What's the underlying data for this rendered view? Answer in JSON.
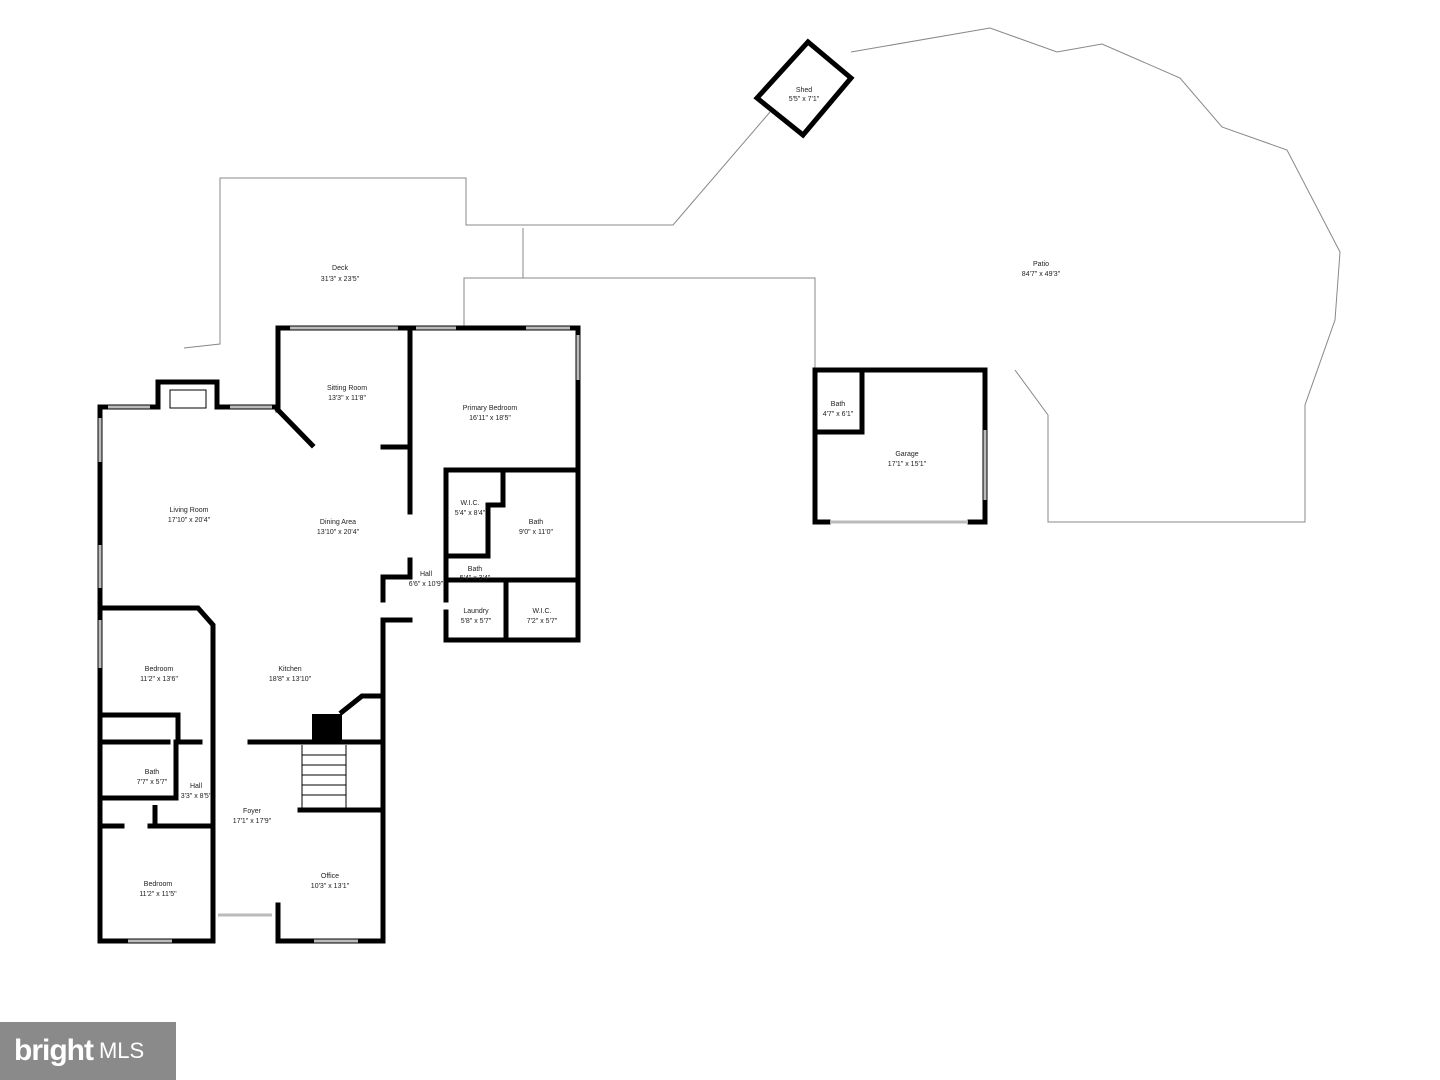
{
  "rooms": {
    "shed": {
      "name": "Shed",
      "dims": "5'5\" x 7'1\""
    },
    "deck": {
      "name": "Deck",
      "dims": "31'3\" x 23'5\""
    },
    "patio": {
      "name": "Patio",
      "dims": "84'7\" x 49'3\""
    },
    "sitting_room": {
      "name": "Sitting Room",
      "dims": "13'3\" x 11'8\""
    },
    "primary_bedroom": {
      "name": "Primary Bedroom",
      "dims": "16'11\" x 18'5\""
    },
    "garage_bath": {
      "name": "Bath",
      "dims": "4'7\" x 6'1\""
    },
    "garage": {
      "name": "Garage",
      "dims": "17'1\" x 15'1\""
    },
    "living_room": {
      "name": "Living Room",
      "dims": "17'10\" x 20'4\""
    },
    "dining_area": {
      "name": "Dining Area",
      "dims": "13'10\" x 20'4\""
    },
    "wic1": {
      "name": "W.I.C.",
      "dims": "5'4\" x 8'4\""
    },
    "primary_bath": {
      "name": "Bath",
      "dims": "9'0\" x 11'0\""
    },
    "hall1": {
      "name": "Hall",
      "dims": "6'6\" x 10'9\""
    },
    "small_bath": {
      "name": "Bath",
      "dims": "5'4\" x 3'4\""
    },
    "laundry": {
      "name": "Laundry",
      "dims": "5'8\" x 5'7\""
    },
    "wic2": {
      "name": "W.I.C.",
      "dims": "7'2\" x 5'7\""
    },
    "bedroom1": {
      "name": "Bedroom",
      "dims": "11'2\" x 13'6\""
    },
    "kitchen": {
      "name": "Kitchen",
      "dims": "18'8\" x 13'10\""
    },
    "bath2": {
      "name": "Bath",
      "dims": "7'7\" x 5'7\""
    },
    "hall2": {
      "name": "Hall",
      "dims": "3'3\" x 8'5\""
    },
    "foyer": {
      "name": "Foyer",
      "dims": "17'1\" x 17'9\""
    },
    "bedroom2": {
      "name": "Bedroom",
      "dims": "11'2\" x 11'5\""
    },
    "office": {
      "name": "Office",
      "dims": "10'3\" x 13'1\""
    }
  },
  "logo": {
    "brand": "bright",
    "suffix": "MLS"
  }
}
